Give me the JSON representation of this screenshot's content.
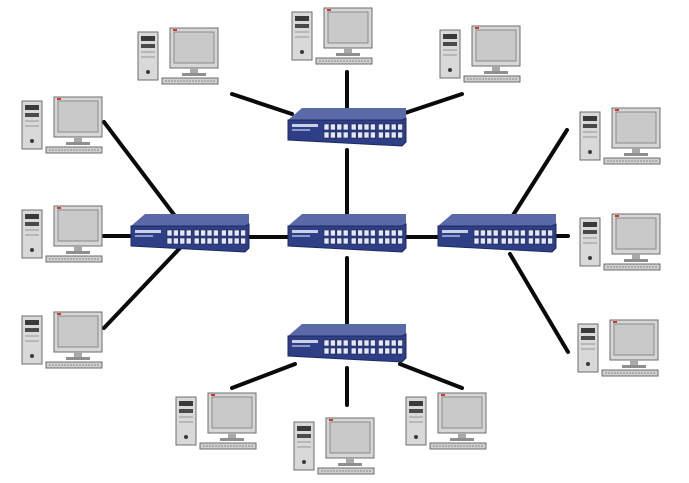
{
  "diagram": {
    "kind": "extended-star-network",
    "colors": {
      "background": "#ffffff",
      "cable": "#0a0a0a",
      "switch_top": "#5a6aa8",
      "switch_front": "#2e3f86",
      "switch_side": "#1d2a63",
      "port": "#e4e8f2",
      "monitor_bezel": "#d6d6d6",
      "monitor_screen": "#c9c9c9",
      "tower_body": "#d9d9d9",
      "tower_shade": "#b7b7b7",
      "keyboard": "#cfcfcf"
    },
    "hub": {
      "icon": "network-switch-icon"
    },
    "switches": [
      {
        "id": "top",
        "icon": "network-switch-icon",
        "computers": 3
      },
      {
        "id": "left",
        "icon": "network-switch-icon",
        "computers": 3
      },
      {
        "id": "right",
        "icon": "network-switch-icon",
        "computers": 3
      },
      {
        "id": "bottom",
        "icon": "network-switch-icon",
        "computers": 3
      }
    ],
    "computer_icon": "desktop-computer-icon"
  }
}
